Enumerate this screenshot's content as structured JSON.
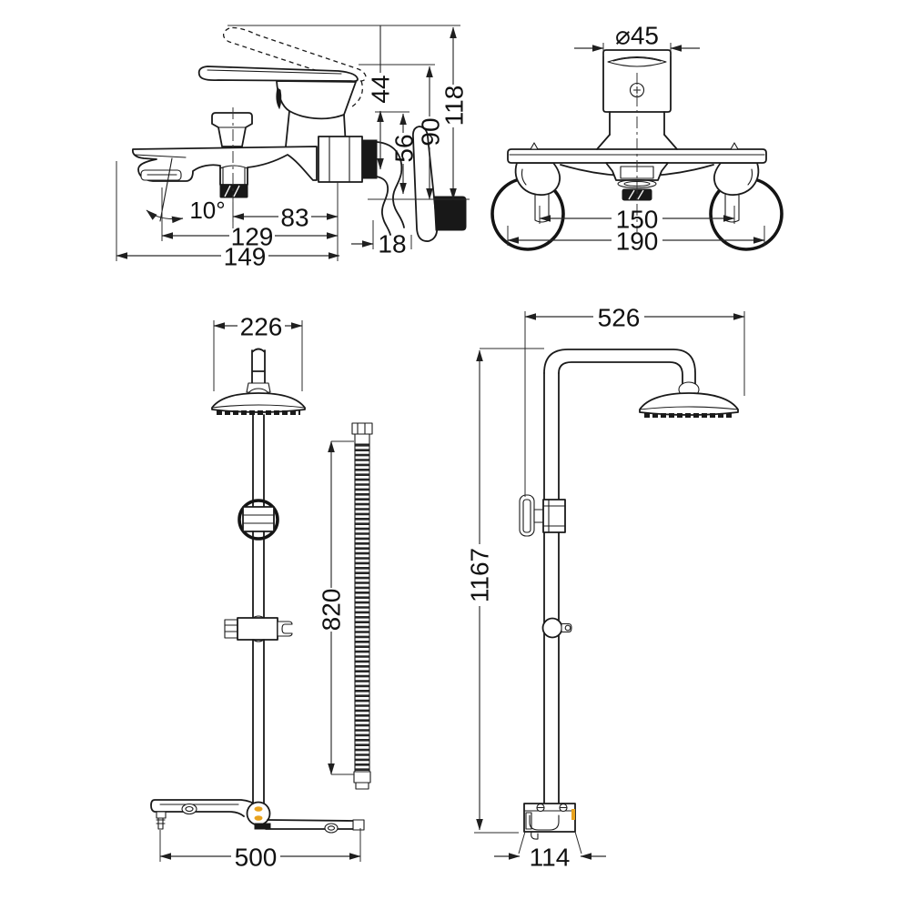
{
  "page": {
    "background": "#ffffff"
  },
  "drawing": {
    "type": "technical-dimension-drawing",
    "subject": "wall-mounted bath-shower mixer and shower column with rain head",
    "colors": {
      "line": "#1a1a1a",
      "solid_fill": "#181818",
      "accent": "#E8A21D"
    },
    "views": {
      "mixer_side": {
        "label": "bath mixer side view",
        "dims": {
          "lever_lift": "44",
          "body_height": "56",
          "handle_height": "90",
          "total_height": "118",
          "spout_angle": "10°",
          "outlet_to_wall": "83",
          "spout_to_wall": "129",
          "total_depth": "149",
          "wall_offset": "18"
        }
      },
      "mixer_front": {
        "label": "bath mixer front view",
        "dims": {
          "handle_diameter": "⌀45",
          "body_inlet_spacing": "150",
          "wall_union_spacing": "190"
        }
      },
      "column_side": {
        "label": "shower column side view",
        "dims": {
          "head_width": "226",
          "hose_length": "820",
          "shelf_width": "500"
        }
      },
      "column_front": {
        "label": "shower column front view",
        "dims": {
          "arm_reach": "526",
          "column_height": "1167",
          "bracket_width": "114"
        }
      }
    }
  }
}
